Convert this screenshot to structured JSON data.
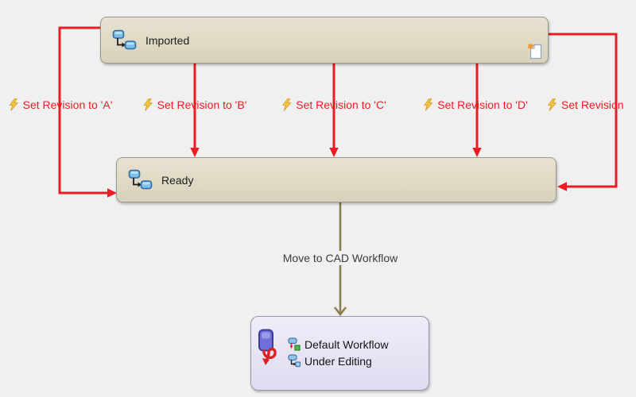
{
  "colors": {
    "canvas_bg": "#f1f0f1",
    "transition_red": "#ec1c24",
    "move_olive": "#8c7e50",
    "state_fill": "#ded8c3",
    "workflow_fill": "#e7e5f4",
    "lightning_yellow": "#f3c63e"
  },
  "states": [
    {
      "label": "Imported"
    },
    {
      "label": "Ready"
    }
  ],
  "workflow_node": {
    "line1": "Default Workflow",
    "line2": "Under Editing"
  },
  "transitions": [
    {
      "label": "Set Revision to 'A'"
    },
    {
      "label": "Set Revision to 'B'"
    },
    {
      "label": "Set Revision to 'C'"
    },
    {
      "label": "Set Revision to 'D'"
    },
    {
      "label": "Set Revision"
    },
    {
      "label": "Move to CAD Workflow"
    }
  ],
  "icons": [
    "state-icon",
    "document-badge-icon",
    "lightning-icon",
    "workflow-under-editing-icon",
    "default-workflow-icon",
    "under-editing-mini-icon"
  ]
}
